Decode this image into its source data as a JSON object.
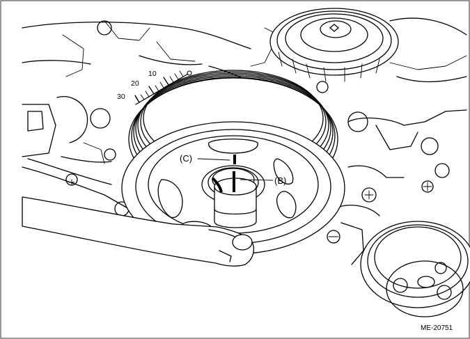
{
  "figure": {
    "callouts": {
      "c": "(C)",
      "b": "(B)"
    },
    "scale": {
      "labels": [
        "10",
        "20",
        "30"
      ]
    },
    "figure_id": "ME-20751",
    "colors": {
      "line": "#000000",
      "background": "#ffffff",
      "border": "#555555"
    }
  }
}
